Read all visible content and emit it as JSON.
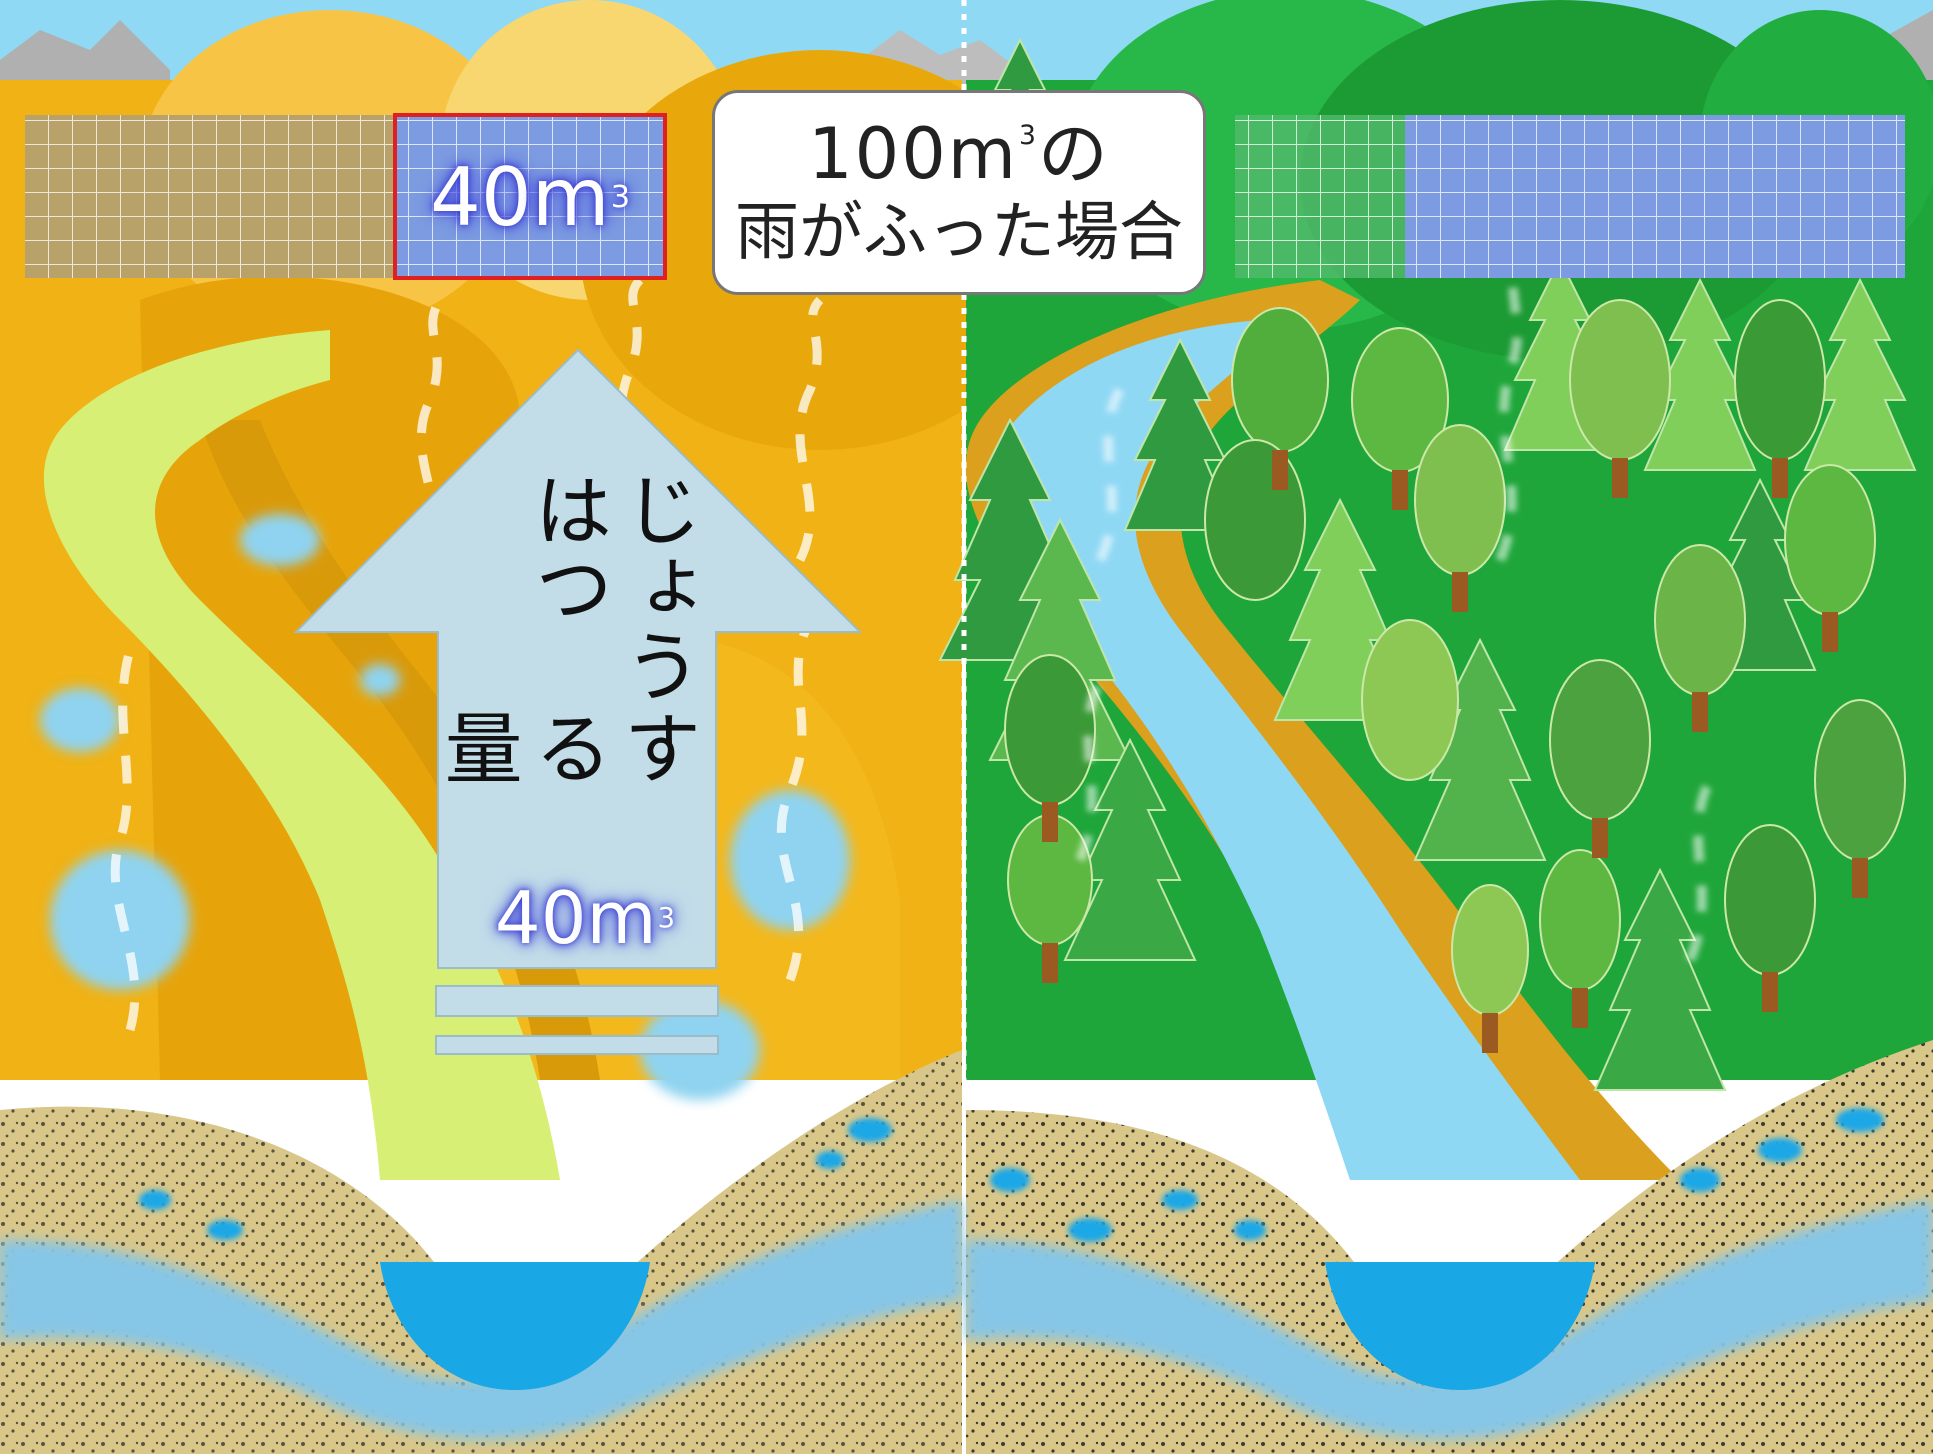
{
  "title": {
    "line1_number": "100",
    "line1_unit": "m",
    "line1_sup": "3",
    "line1_suffix": "の",
    "line2": "雨がふった場合"
  },
  "left_scene": {
    "grid_value_number": "40",
    "grid_value_unit": "m",
    "grid_value_sup": "3",
    "arrow_label_col1": "じょうはつ",
    "arrow_label_col2": "する量",
    "arrow_value_number": "40",
    "arrow_value_unit": "m",
    "arrow_value_sup": "3"
  },
  "colors": {
    "sky": "#8fd9f5",
    "left_ground": "#f0b214",
    "right_ground": "#1fa63a",
    "river": "#8fd8f4",
    "left_river": "#d6ef74",
    "arrow": "#c2dde8",
    "grid_blue": "#7c9be0",
    "sand": "#d9c78a",
    "highlight_border": "#e02020"
  }
}
